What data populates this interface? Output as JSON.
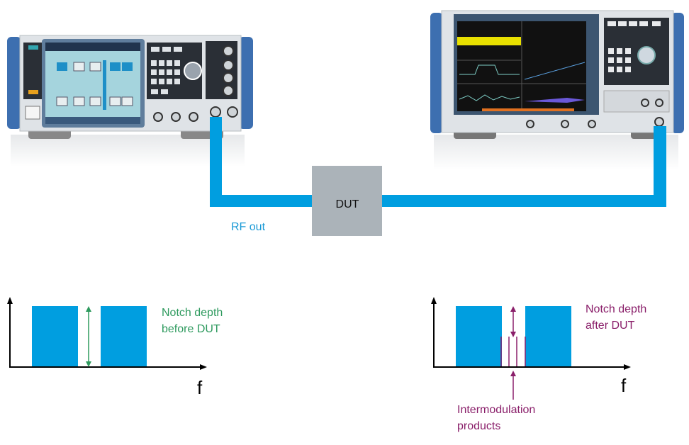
{
  "colors": {
    "signal_blue": "#009ee0",
    "dut_gray": "#abb3b9",
    "before_green": "#2e9a5e",
    "after_purple": "#8a1f6a",
    "axis": "#000000"
  },
  "instruments": {
    "generator": {
      "name": "vector-signal-generator"
    },
    "analyzer": {
      "name": "signal-spectrum-analyzer"
    }
  },
  "setup": {
    "dut_label": "DUT",
    "rf_out_label": "RF out"
  },
  "spectra": {
    "before": {
      "annotation_line1": "Notch depth",
      "annotation_line2": "before DUT",
      "axis_label": "f"
    },
    "after": {
      "annotation_line1": "Notch depth",
      "annotation_line2": "after DUT",
      "imd_line1": "Intermodulation",
      "imd_line2": "products",
      "axis_label": "f"
    }
  }
}
